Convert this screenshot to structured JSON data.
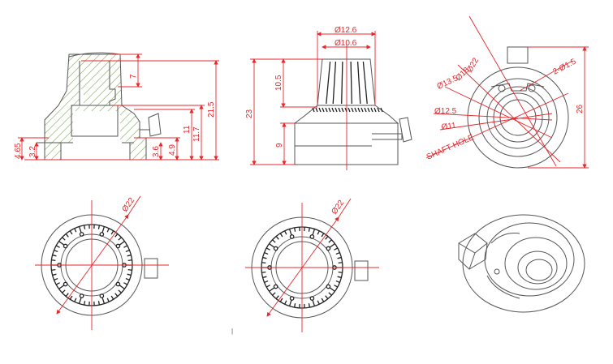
{
  "views": {
    "section": {
      "title": "Section view",
      "dims": {
        "d7": "7",
        "d21_5": "21.5",
        "d11_7": "11.7",
        "d11": "11",
        "d4_9": "4.9",
        "d3_6": "3.6",
        "d4_65": "4.65",
        "d3_2": "3.2"
      }
    },
    "side": {
      "title": "Side view",
      "dims": {
        "dia12_6": "Ø12.6",
        "dia10_6": "Ø10.6",
        "d23": "23",
        "d10_5": "10.5",
        "d9": "9"
      }
    },
    "bottom": {
      "title": "Bottom view",
      "dims": {
        "dia22": "Ø22",
        "dia18": "Ø18",
        "dia13_5": "Ø13.5",
        "dia12_5": "Ø12.5",
        "dia11": "Ø11",
        "holes": "2-Ø1.5",
        "shaft": "SHAFT HOLE",
        "d26": "26"
      }
    },
    "front_a": {
      "title": "Front view (dial A)",
      "dims": {
        "dia22": "Ø22"
      }
    },
    "front_b": {
      "title": "Front view (dial B)",
      "dims": {
        "dia22": "Ø22"
      }
    },
    "iso": {
      "title": "Isometric view"
    }
  },
  "colors": {
    "dimension": "#e8262b",
    "outline": "#555555",
    "hatch": "#9acc66"
  }
}
